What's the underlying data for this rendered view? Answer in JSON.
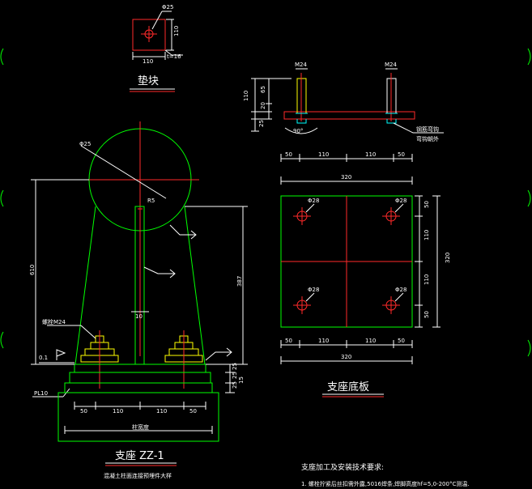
{
  "colors": {
    "background": "#000000",
    "outline": "#00ff00",
    "centerline": "#ff2a2a",
    "dimension": "#ffffff",
    "bolt": "#ffff00"
  },
  "pad_block": {
    "title": "垫块",
    "hole_label": "Φ25",
    "dim_width": "110",
    "dim_height": "110",
    "thickness_label": "t=16"
  },
  "bolt_detail": {
    "bolt_left": "M24",
    "bolt_right": "M24",
    "dim_total": "110",
    "dim_upper": "65",
    "dim_mid": "20",
    "dim_lower": "25",
    "angle_label": "90°",
    "note_1": "钢筋弯钩",
    "note_2": "弯钩朝外"
  },
  "base_plate": {
    "title": "支座底板",
    "dims_top": [
      "50",
      "110",
      "110",
      "50"
    ],
    "dim_top_total": "320",
    "dims_bottom": [
      "50",
      "110",
      "110",
      "50"
    ],
    "dim_bottom_total": "320",
    "dims_right": [
      "50",
      "110",
      "110",
      "50"
    ],
    "dim_right_total": "320",
    "hole_labels": [
      "Φ28",
      "Φ28",
      "Φ28",
      "Φ28"
    ]
  },
  "support": {
    "title": "支座 ZZ-1",
    "subtitle": "混凝土柱面连接预埋件大样",
    "circle_label": "Φ25",
    "radius_label": "R5",
    "dim_left_height": "610",
    "dim_right_height": "387",
    "bolt_callout": "螺栓M24",
    "plate_callout": "PL10",
    "level_label": "0.1",
    "dims_bottom": [
      "50",
      "110",
      "110",
      "50"
    ],
    "dim_bottom_total": "柱宽度",
    "dims_right_stack": [
      "25",
      "25",
      "25",
      "15"
    ],
    "stub_dim": "10"
  },
  "notes": {
    "title": "支座加工及安装技术要求:",
    "item_1": "1. 螺栓拧紧后丝扣需外露,5016焊条,焊脚高度hf=5,0-200°C测温."
  }
}
